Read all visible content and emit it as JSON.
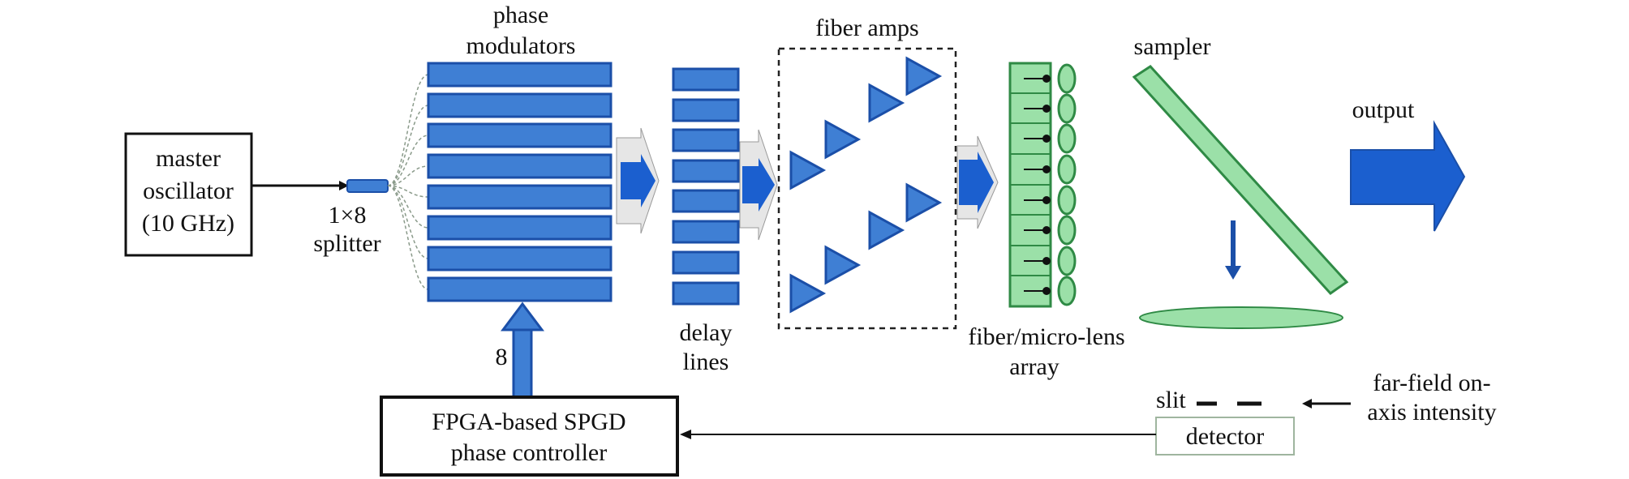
{
  "labels": {
    "master_oscillator": [
      "master",
      "oscillator",
      "(10 GHz)"
    ],
    "splitter": [
      "1×8",
      "splitter"
    ],
    "phase_modulators": [
      "phase",
      "modulators"
    ],
    "fiber_amps": "fiber amps",
    "sampler": "sampler",
    "output": "output",
    "delay_lines": [
      "delay",
      "lines"
    ],
    "fiber_micro_lens_array": [
      "fiber/micro-lens",
      "array"
    ],
    "channel_count": "8",
    "controller": [
      "FPGA-based SPGD",
      "phase controller"
    ],
    "slit": "slit",
    "detector": "detector",
    "far_field": [
      "far-field on-",
      "axis intensity"
    ]
  },
  "colors": {
    "blue_fill": "#3f7fd4",
    "blue_dark": "#1b4fa8",
    "green_fill": "#9be0a8",
    "green_stroke": "#2f8a45",
    "black": "#111111"
  },
  "icons": {
    "channels": 8,
    "amplifiers": 8,
    "lenses": 8
  }
}
